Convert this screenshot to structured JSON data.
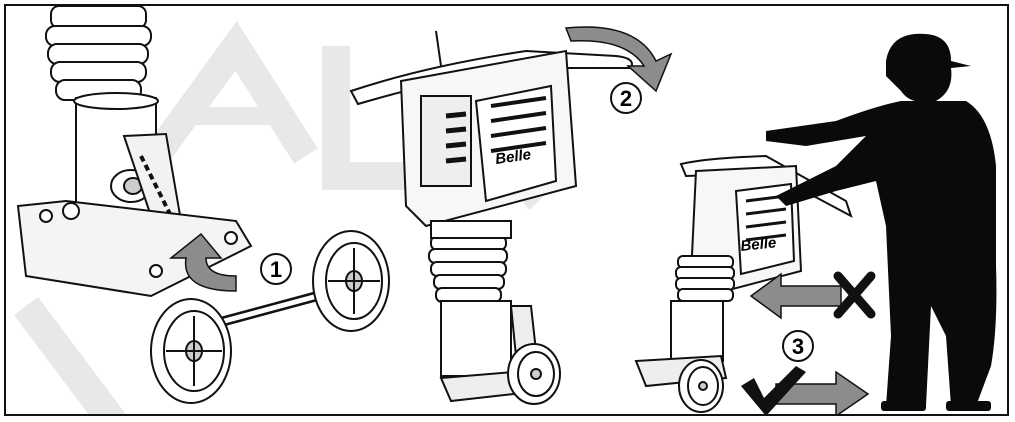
{
  "steps": {
    "step1": "1",
    "step2": "2",
    "step3": "3"
  },
  "brand_label": "Belle",
  "colors": {
    "line": "#111111",
    "arrow": "#8c8c8c",
    "arrow_dark": "#4a4a4a",
    "watermark": "#e6e6e6",
    "silhouette": "#0a0a0a"
  },
  "icons": {
    "cross": "cross-icon",
    "check": "check-icon"
  }
}
